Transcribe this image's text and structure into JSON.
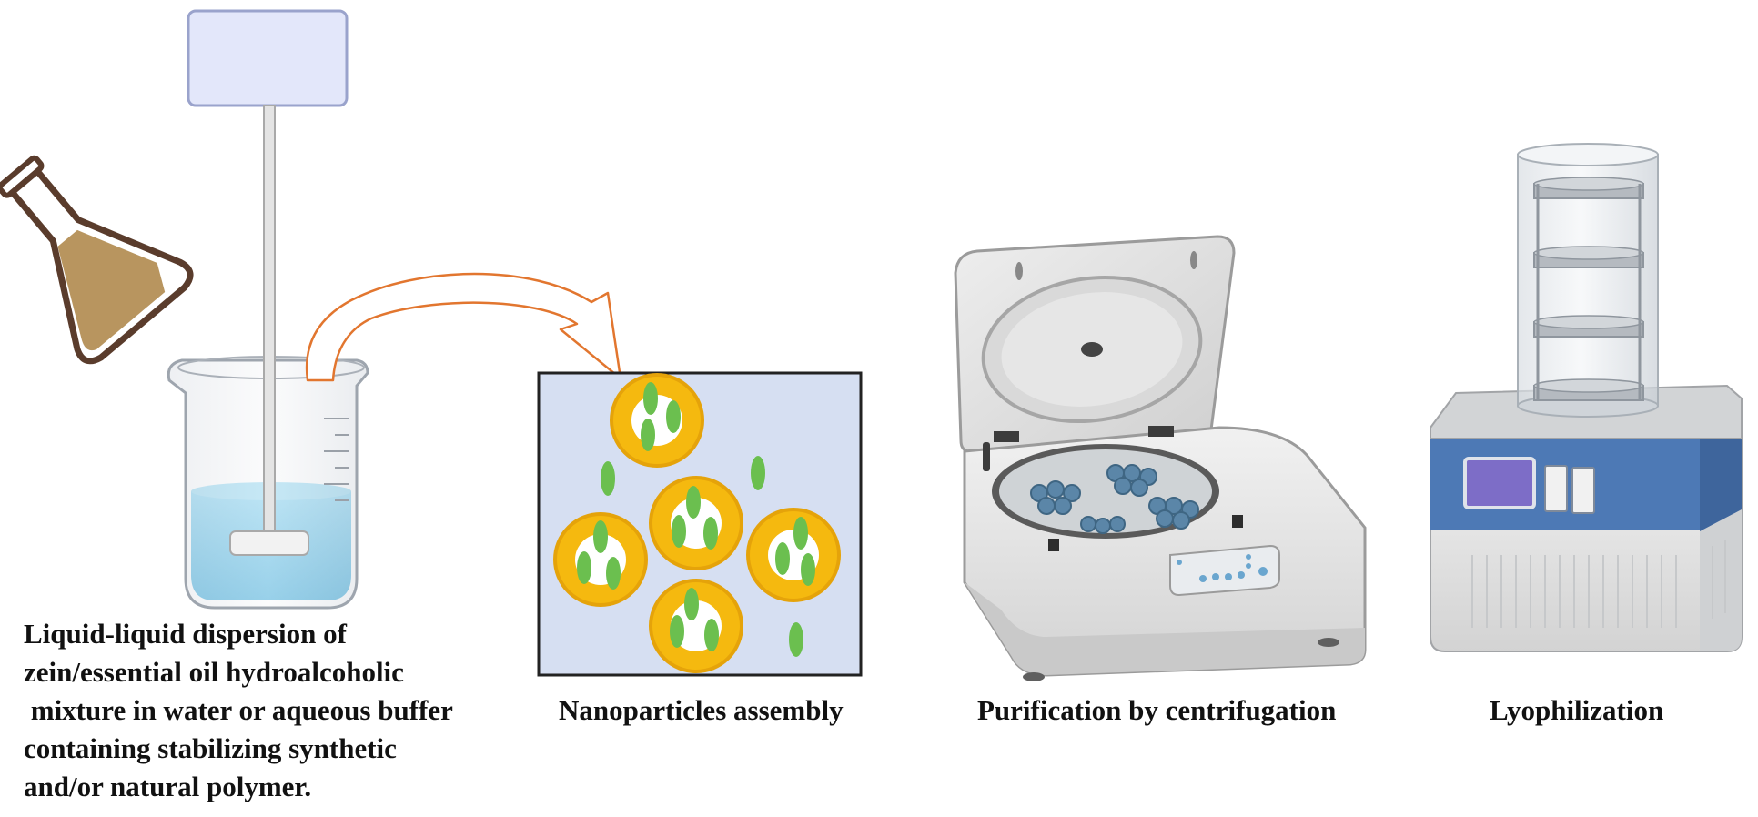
{
  "steps": [
    {
      "id": "dispersion",
      "icons": [
        "stirrer-icon",
        "beaker-icon",
        "flask-icon"
      ],
      "caption_lines": [
        "Liquid-liquid dispersion of",
        "zein/essential oil hydroalcoholic",
        " mixture in water or aqueous buffer",
        "containing stabilizing synthetic",
        "and/or natural polymer."
      ]
    },
    {
      "id": "assembly",
      "icons": [
        "nanoparticle-icon",
        "oil-droplet-icon"
      ],
      "caption": "Nanoparticles assembly"
    },
    {
      "id": "centrifugation",
      "icons": [
        "centrifuge-icon"
      ],
      "caption": "Purification by centrifugation"
    },
    {
      "id": "lyophilization",
      "icons": [
        "freeze-dryer-icon"
      ],
      "caption": "Lyophilization"
    }
  ],
  "colors": {
    "liquid": "#6cc3e6",
    "liquid_dark": "#3fa7d6",
    "flask_fill": "#b8955f",
    "flask_outline": "#5a3c2c",
    "stirrer_box": "#e3e7fa",
    "stirrer_border": "#9aa3cc",
    "arrow": "#e2762f",
    "panel_bg": "#d6dff2",
    "particle_shell": "#f5b90f",
    "particle_ring": "#e5a30a",
    "oil_droplet": "#6bbf4f",
    "device_body": "#e9e9e9",
    "device_shadow": "#c4c4c4",
    "rotor": "#5b86a8",
    "dryer_panel": "#4d79b5",
    "dryer_screen": "#7d6dc7"
  }
}
